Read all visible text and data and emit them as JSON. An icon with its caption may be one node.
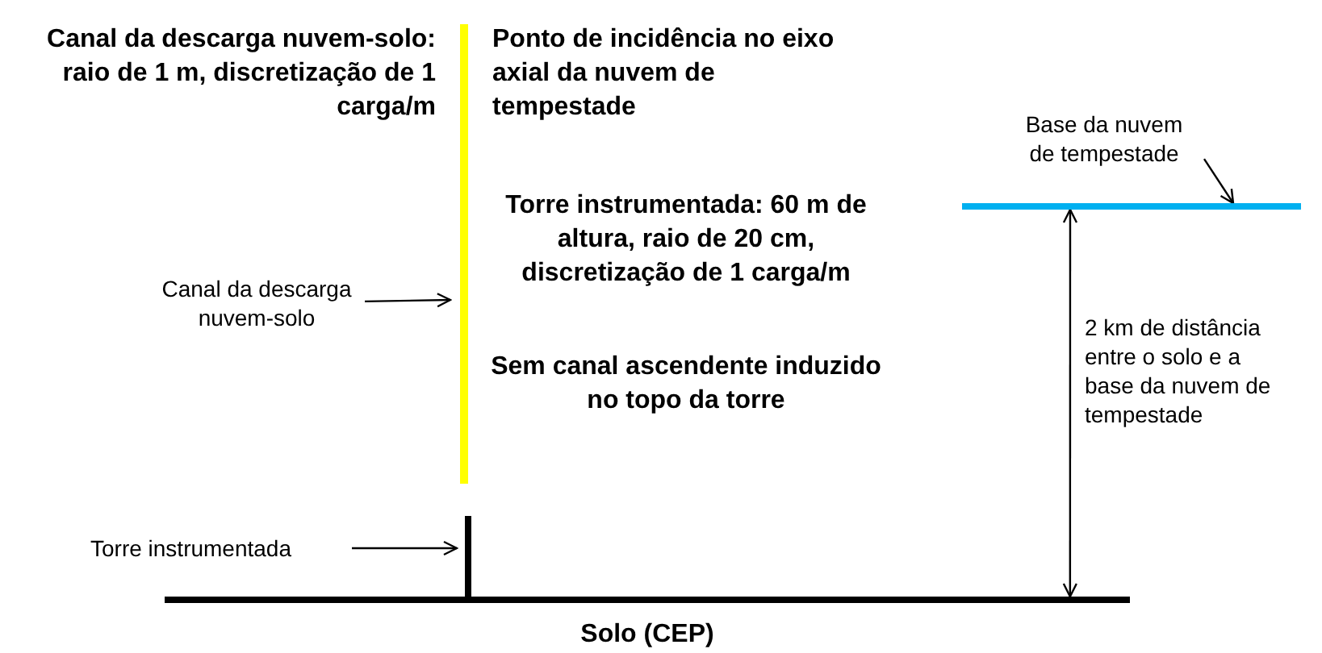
{
  "diagram": {
    "nodes": [
      {
        "text": [
          "Canal da descarga nuvem-solo"
        ]
      },
      {
        "text": [],
        "shape": "bar"
      },
      {
        "text": [
          "Torre instrumentada"
        ]
      },
      {
        "text": [],
        "shape": "bar"
      },
      {
        "text": [
          "Base da nuvem de tempestade"
        ]
      },
      {
        "text": [],
        "shape": "bar"
      },
      {
        "text": [],
        "shape": "bar",
        "beside": [
          "Solo (CEP)"
        ]
      }
    ],
    "edges": [
      {
        "from": 0,
        "to": 1,
        "arrow": "to"
      },
      {
        "from": 2,
        "to": 3,
        "arrow": "to"
      },
      {
        "from": 4,
        "to": 5,
        "arrow": "to"
      },
      {
        "from": 5,
        "to": 6,
        "arrow": "both",
        "label": "2 km de distância entre o solo e a base da nuvem de tempestade"
      }
    ],
    "labels": [
      "Canal da descarga nuvem-solo: raio de 1 m, discretização de 1 carga/m",
      "Ponto de incidência no eixo axial da nuvem de tempestade",
      "Torre instrumentada: 60 m de altura, raio de 20 cm, discretização de 1 carga/m",
      "Sem canal ascendente induzido no topo da torre"
    ]
  }
}
